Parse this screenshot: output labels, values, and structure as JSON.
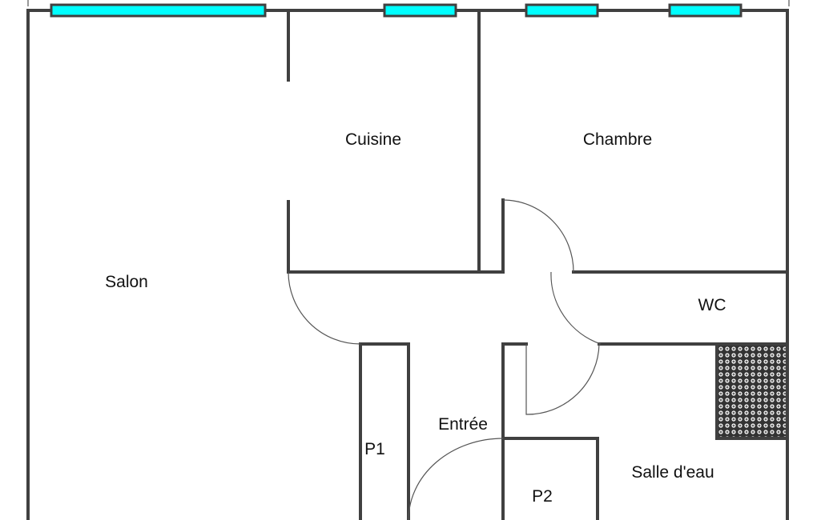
{
  "rooms": {
    "salon": "Salon",
    "cuisine": "Cuisine",
    "chambre": "Chambre",
    "wc": "WC",
    "entree": "Entrée",
    "p1": "P1",
    "p2": "P2",
    "salle_eau": "Salle d'eau"
  },
  "colors": {
    "wall": "#404040",
    "window": "#00ffff"
  }
}
